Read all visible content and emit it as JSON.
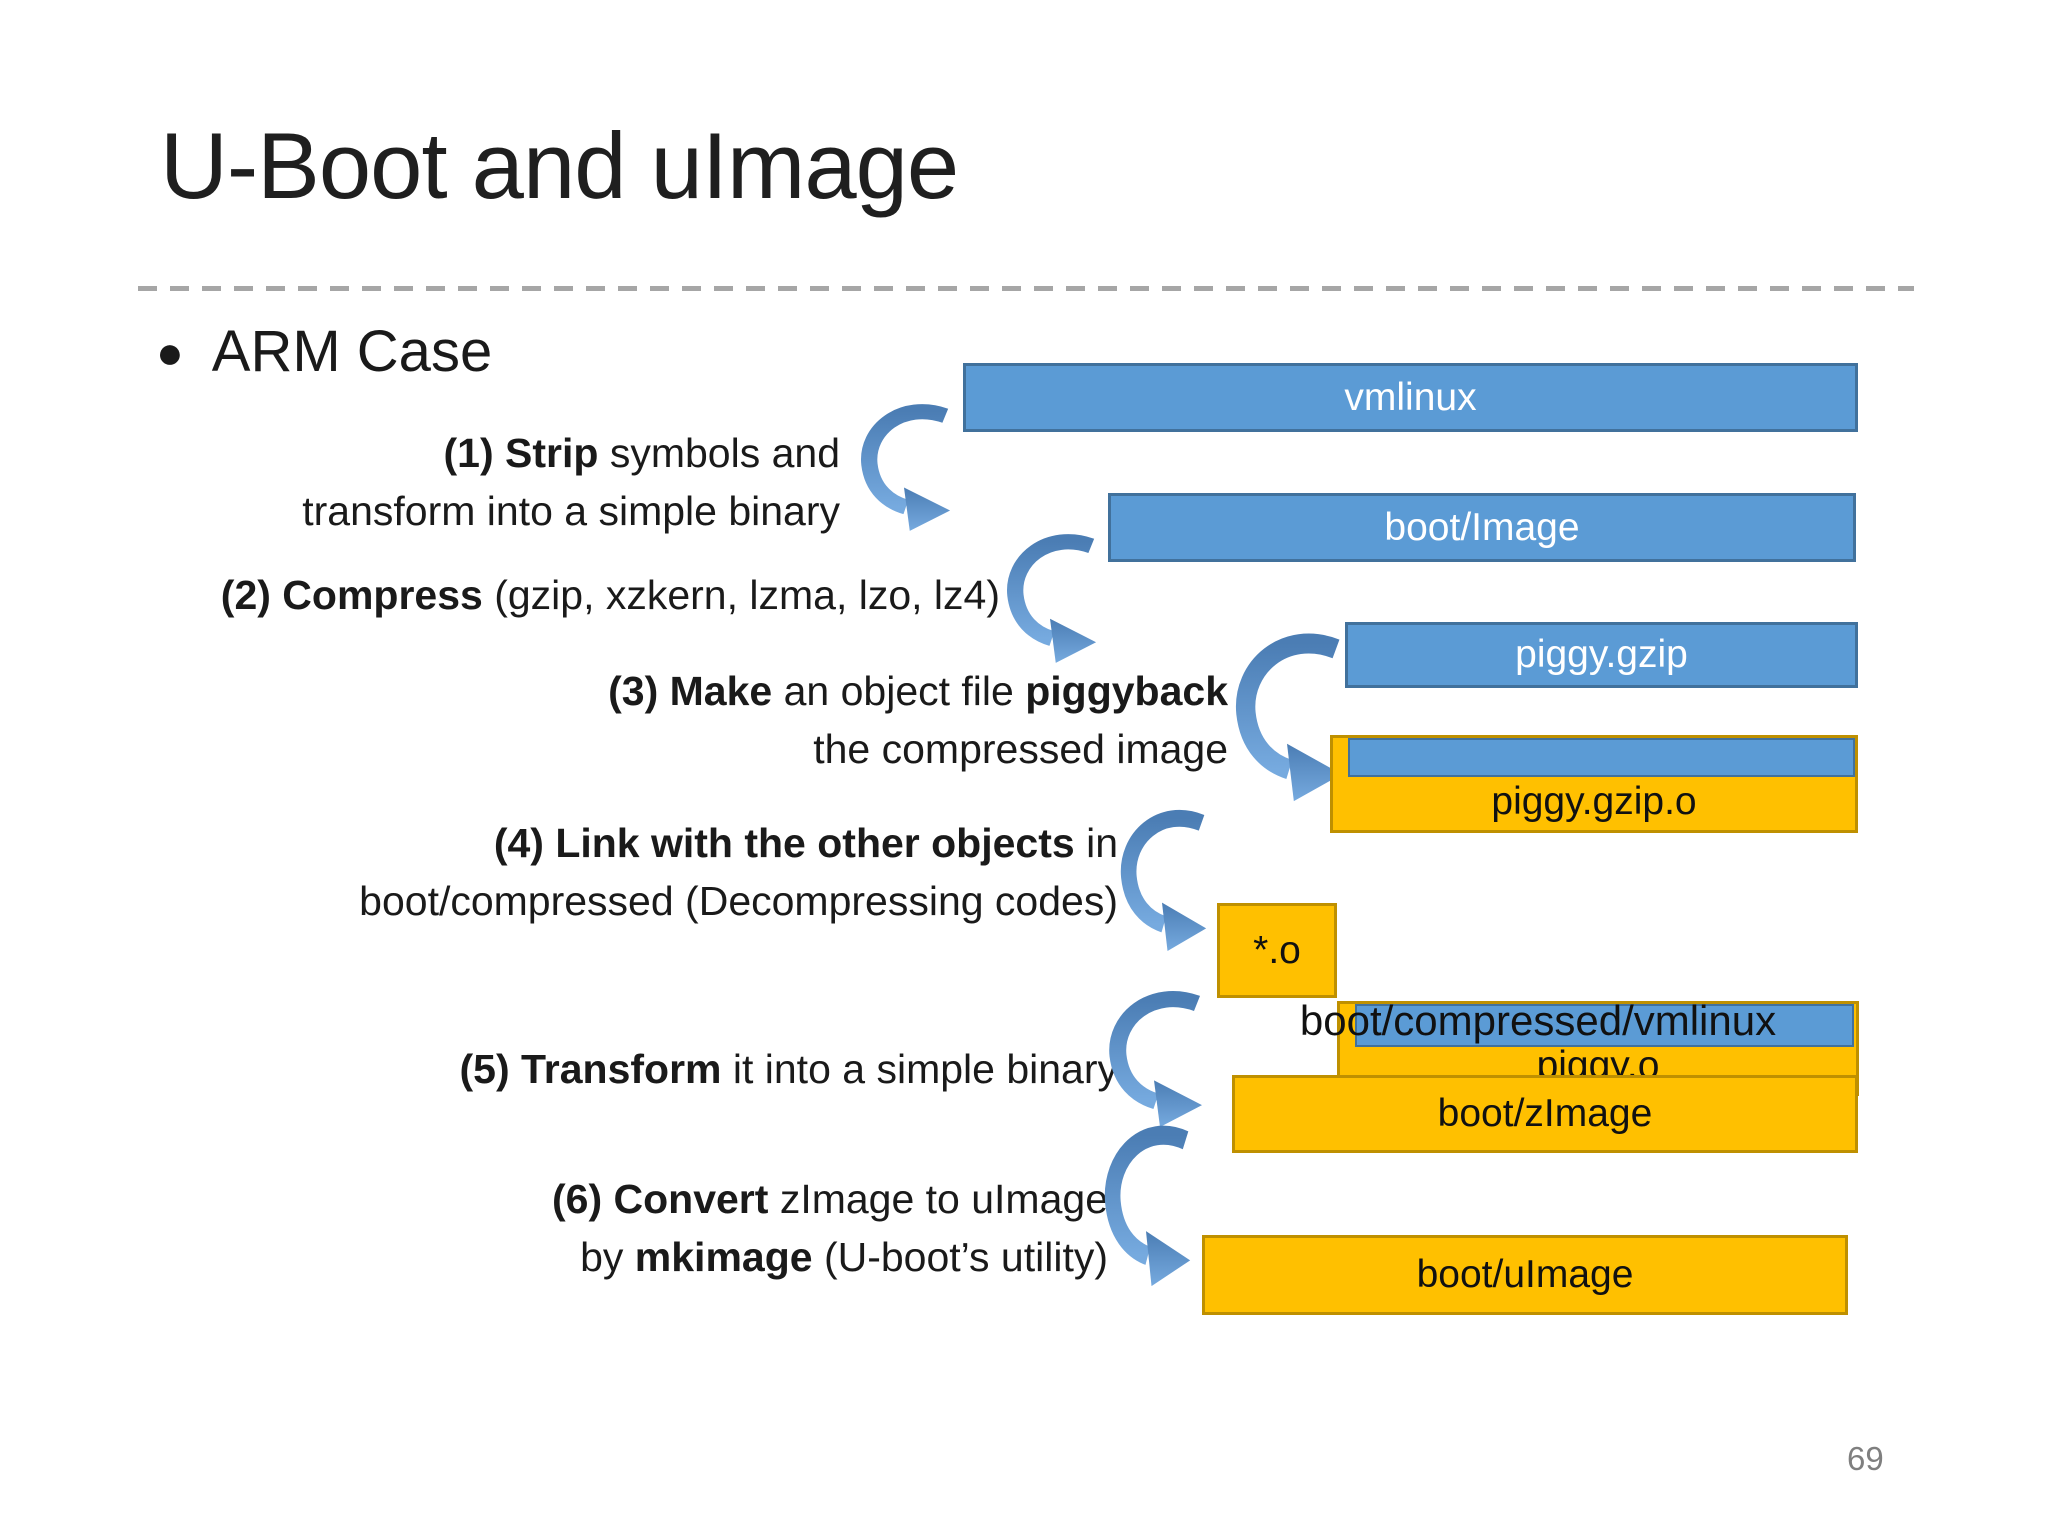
{
  "slide": {
    "title": "U-Boot and uImage",
    "bullet": "ARM Case",
    "page_number": "69"
  },
  "steps": [
    {
      "lines": [
        [
          {
            "text": "(1) Strip",
            "bold": true
          },
          {
            "text": " symbols and",
            "bold": false
          }
        ],
        [
          {
            "text": "transform into a simple binary",
            "bold": false
          }
        ]
      ]
    },
    {
      "lines": [
        [
          {
            "text": "(2) Compress",
            "bold": true
          },
          {
            "text": " (gzip, xzkern, lzma, lzo, lz4)",
            "bold": false
          }
        ]
      ]
    },
    {
      "lines": [
        [
          {
            "text": "(3) Make",
            "bold": true
          },
          {
            "text": " an object file ",
            "bold": false
          },
          {
            "text": "piggyback",
            "bold": true
          }
        ],
        [
          {
            "text": "the compressed image",
            "bold": false
          }
        ]
      ]
    },
    {
      "lines": [
        [
          {
            "text": "(4) Link with the other objects",
            "bold": true
          },
          {
            "text": " in",
            "bold": false
          }
        ],
        [
          {
            "text": "boot/compressed (Decompressing codes)",
            "bold": false
          }
        ]
      ]
    },
    {
      "lines": [
        [
          {
            "text": "(5) Transform",
            "bold": true
          },
          {
            "text": " it into a simple binary",
            "bold": false
          }
        ]
      ]
    },
    {
      "lines": [
        [
          {
            "text": "(6) Convert",
            "bold": true
          },
          {
            "text": " zImage to uImage",
            "bold": false
          }
        ],
        [
          {
            "text": "by ",
            "bold": false
          },
          {
            "text": "mkimage",
            "bold": true
          },
          {
            "text": " (U-boot’s utility)",
            "bold": false
          }
        ]
      ]
    }
  ],
  "boxes": {
    "vmlinux": "vmlinux",
    "boot_image": "boot/Image",
    "piggy_gzip": "piggy.gzip",
    "piggy_gzip_o": "piggy.gzip.o",
    "star_o": "*.o",
    "piggy_o": "piggy.o",
    "compressed_vmlinux_caption": "boot/compressed/vmlinux",
    "boot_zimage": "boot/zImage",
    "boot_uimage": "boot/uImage"
  },
  "diagram": {
    "flow_arrows": [
      {
        "from": "vmlinux",
        "to": "boot/Image"
      },
      {
        "from": "boot/Image",
        "to": "piggy.gzip"
      },
      {
        "from": "piggy.gzip",
        "to": "piggy.gzip.o"
      },
      {
        "from": "piggy.gzip.o",
        "to": "*.o + piggy.o"
      },
      {
        "from": "boot/compressed/vmlinux",
        "to": "boot/zImage"
      },
      {
        "from": "boot/zImage",
        "to": "boot/uImage"
      }
    ]
  },
  "colors": {
    "blue-fill": "#5B9BD5",
    "blue-border": "#41719C",
    "orange-fill": "#FFC000",
    "orange-border": "#BF9000",
    "arrow-top": "#4B7DB4",
    "arrow-bottom": "#76AADF",
    "divider": "#A6A6A6",
    "text": "#1A1A1A",
    "title": "#1F1F1F",
    "page-number": "#7F7F7F"
  }
}
